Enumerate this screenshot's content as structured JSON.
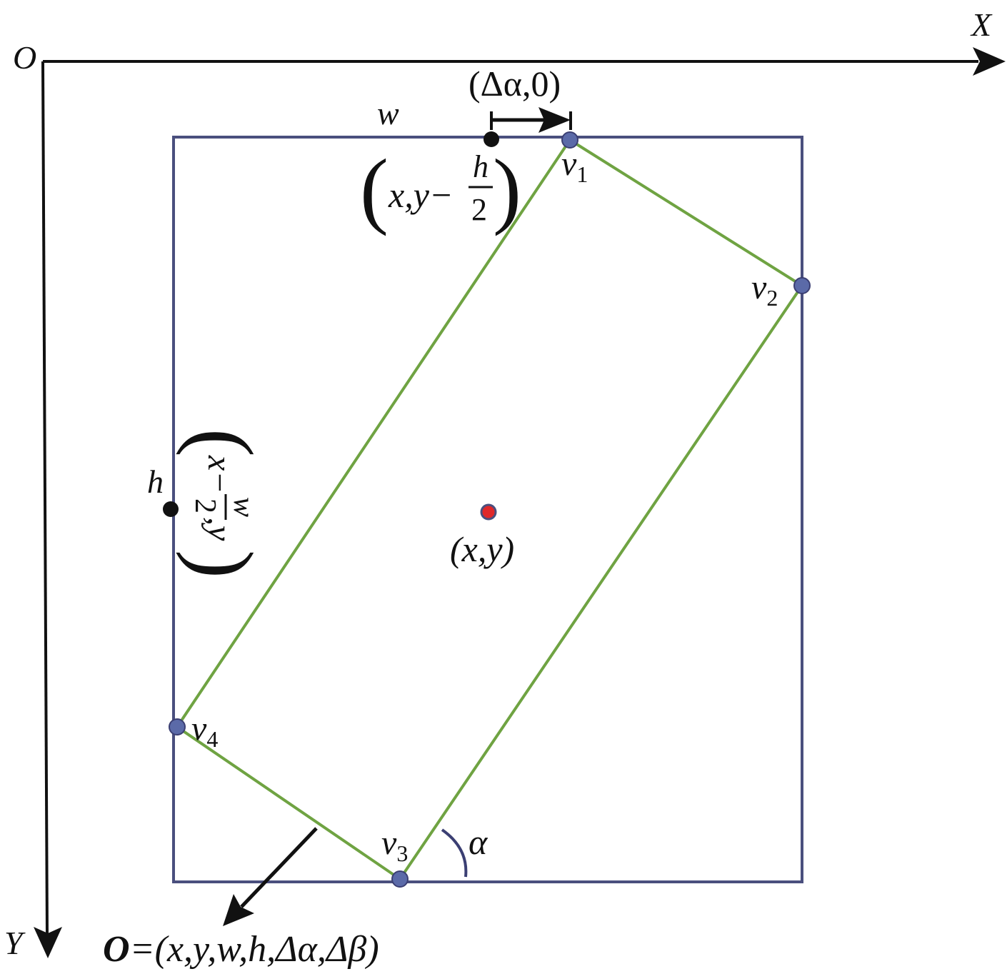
{
  "axes": {
    "origin": "O",
    "x_label": "X",
    "y_label": "Y"
  },
  "box": {
    "width_label": "w",
    "height_label": "h"
  },
  "vertices": [
    {
      "letter": "v",
      "sub": "1"
    },
    {
      "letter": "v",
      "sub": "2"
    },
    {
      "letter": "v",
      "sub": "3"
    },
    {
      "letter": "v",
      "sub": "4"
    }
  ],
  "top_midpoint": {
    "label_main": "x,y−",
    "frac_num": "h",
    "frac_den": "2"
  },
  "left_midpoint": {
    "label_main": "x−",
    "frac_num": "w",
    "frac_den": "2",
    "label_tail": ",y"
  },
  "offset": {
    "label": "(Δα,0)"
  },
  "center": {
    "label": "(x,y)"
  },
  "angle": {
    "label": "α"
  },
  "output": {
    "bold": "O",
    "label": "=(x,y,w,h,Δα,Δβ)"
  },
  "colors": {
    "axes": "#111111",
    "box": "#4a4f7e",
    "rotated_box": "#6fa342",
    "vertex_fill": "#5b6aa8",
    "center_fill": "#e0282a",
    "midpoint_fill": "#111111",
    "angle_arc": "#3b3f73"
  }
}
